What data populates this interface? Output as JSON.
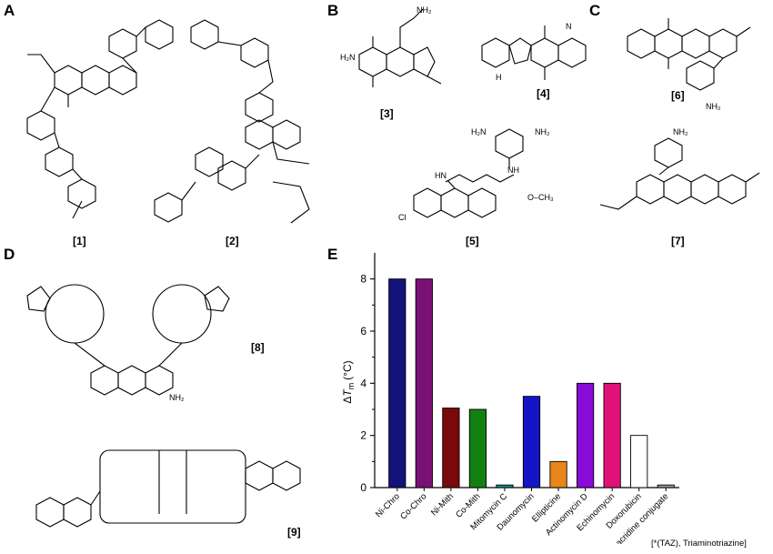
{
  "panels": {
    "a": "A",
    "b": "B",
    "c": "C",
    "d": "D",
    "e": "E"
  },
  "compounds": [
    "[1]",
    "[2]",
    "[3]",
    "[4]",
    "[5]",
    "[6]",
    "[7]",
    "[8]",
    "[9]"
  ],
  "atoms": {
    "h2n_3": "H₂N",
    "nh2_carbamate": "NH₂",
    "nh_4": "N",
    "h_4": "H",
    "nh2_5a": "H₂N",
    "nh2_5b": "NH₂",
    "hn_5": "HN",
    "nh_5": "NH",
    "cl_5": "Cl",
    "och3_5": "O–CH₃",
    "nh2_6": "NH₂",
    "nh2_7": "NH₂",
    "nh2_8": "NH₂"
  },
  "footnote": "[*(TAZ), Triaminotriazine]",
  "chart_data": {
    "type": "bar",
    "ylabel_prefix": "Δ",
    "ylabel_var": "T",
    "ylabel_sub": "m",
    "ylabel_unit": "(°C)",
    "ylim": [
      0,
      9
    ],
    "yticks": [
      0,
      2,
      4,
      6,
      8
    ],
    "categories": [
      "Ni-Chro",
      "Co-Chro",
      "Ni-Mith",
      "Co-Mith",
      "Mitomycin C",
      "Daunomycin",
      "Ellipticine",
      "Actinomycin D",
      "Echinomycin",
      "Doxorubicin",
      "*TAZ-acridine conjugate"
    ],
    "values": [
      8,
      8,
      3.05,
      3,
      0.1,
      3.5,
      1,
      4,
      4,
      2,
      0.1
    ],
    "colors": [
      "#13127a",
      "#7b1176",
      "#7a0a0a",
      "#118011",
      "#1a8a8a",
      "#1515c8",
      "#e8861a",
      "#8a0ad8",
      "#e0127a",
      "#ffffff",
      "#9a9a9a"
    ]
  }
}
